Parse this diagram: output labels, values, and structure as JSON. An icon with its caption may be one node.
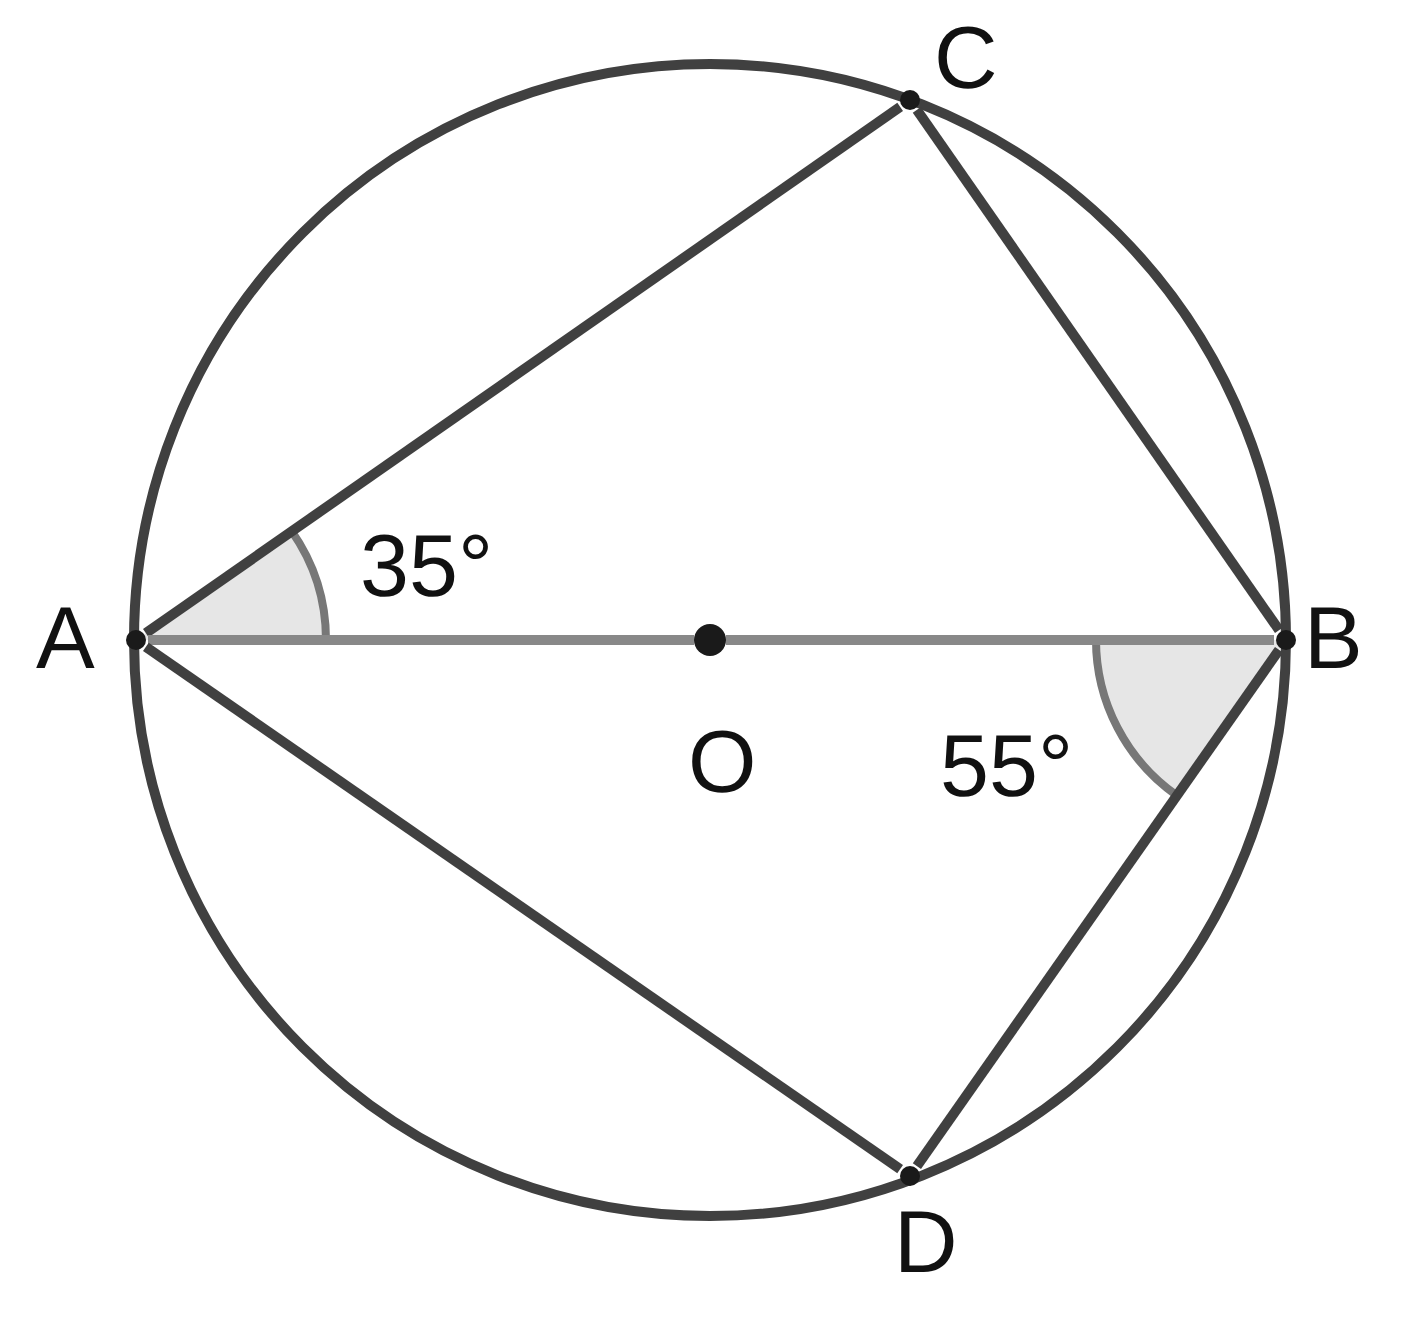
{
  "diagram": {
    "nodes": [
      {
        "text": [
          "A"
        ]
      },
      {
        "text": [
          "B"
        ]
      },
      {
        "text": [
          "C"
        ]
      },
      {
        "text": [
          "D"
        ]
      },
      {
        "text": [
          "O"
        ]
      }
    ],
    "edges": [
      {
        "from": 0,
        "to": 2,
        "arrow": "none"
      },
      {
        "from": 2,
        "to": 1,
        "arrow": "none"
      },
      {
        "from": 0,
        "to": 4,
        "arrow": "none",
        "color": "#888888"
      },
      {
        "from": 4,
        "to": 1,
        "arrow": "none",
        "color": "#888888"
      },
      {
        "from": 0,
        "to": 3,
        "arrow": "none"
      },
      {
        "from": 3,
        "to": 1,
        "arrow": "none"
      }
    ],
    "labels": [
      "35°",
      "55°"
    ]
  }
}
